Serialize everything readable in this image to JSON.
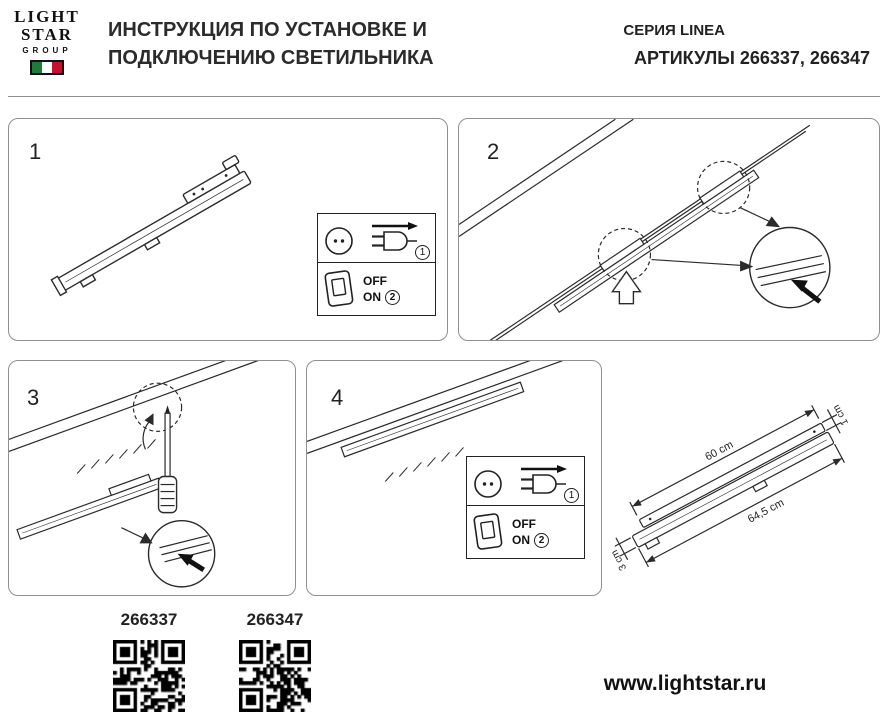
{
  "header": {
    "logo": {
      "line1": "LIGHT",
      "line2": "STAR",
      "line3": "GROUP"
    },
    "title": {
      "line1": "ИНСТРУКЦИЯ ПО УСТАНОВКЕ И",
      "line2": "ПОДКЛЮЧЕНИЮ СВЕТИЛЬНИКА"
    },
    "series": "СЕРИЯ LINEA",
    "articles": "АРТИКУЛЫ 266337, 266347"
  },
  "steps": {
    "s1": "1",
    "s2": "2",
    "s3": "3",
    "s4": "4"
  },
  "power_inset": {
    "num1": "1",
    "num2": "2",
    "off": "OFF",
    "on": "ON"
  },
  "dimensions": {
    "top": "60 cm",
    "thickness": "1 cm",
    "length": "64,5 cm",
    "height": "3 cm"
  },
  "footer": {
    "article_left": "266337",
    "article_right": "266347",
    "website": "www.lightstar.ru"
  },
  "colors": {
    "flag_green": "#1e7c3a",
    "flag_white": "#ffffff",
    "flag_red": "#c8102e",
    "line": "#2b2b2b",
    "panel_border": "#8f8f8f"
  }
}
